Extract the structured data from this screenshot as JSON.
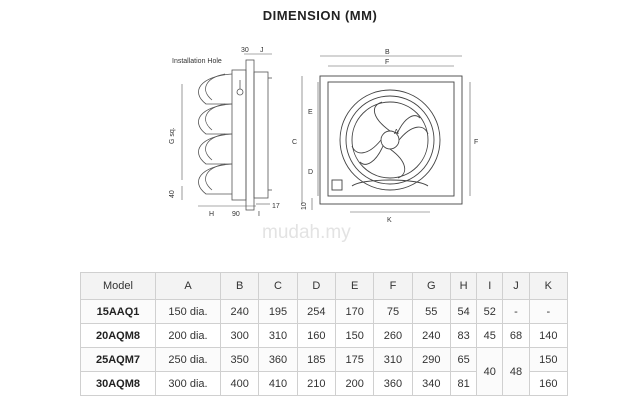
{
  "title": "DIMENSION (MM)",
  "watermark": "mudah.my",
  "side_view_labels": {
    "installation_hole": "Installation Hole",
    "dim_30": "30",
    "dim_j": "J",
    "dim_g": "G sq.",
    "dim_40": "40",
    "dim_h": "H",
    "dim_90": "90",
    "dim_i": "I",
    "dim_17": "17"
  },
  "front_view_labels": {
    "dim_b": "B",
    "dim_f_top": "F",
    "dim_e": "E",
    "dim_c": "C",
    "dim_d": "D",
    "dim_a": "A",
    "dim_f_right": "F",
    "dim_10": "10",
    "dim_k": "K"
  },
  "table": {
    "headers": [
      "Model",
      "A",
      "B",
      "C",
      "D",
      "E",
      "F",
      "G",
      "H",
      "I",
      "J",
      "K"
    ],
    "rows": [
      {
        "model": "15AAQ1",
        "a": "150 dia.",
        "b": "240",
        "c": "195",
        "d": "254",
        "e": "170",
        "f": "75",
        "g": "55",
        "h": "54",
        "i": "52",
        "j": "-",
        "k": "-"
      },
      {
        "model": "20AQM8",
        "a": "200 dia.",
        "b": "300",
        "c": "310",
        "d": "160",
        "e": "150",
        "f": "260",
        "g": "240",
        "h": "83",
        "i": "45",
        "j": "68",
        "k": "140"
      },
      {
        "model": "25AQM7",
        "a": "250 dia.",
        "b": "350",
        "c": "360",
        "d": "185",
        "e": "175",
        "f": "310",
        "g": "290",
        "h": "65",
        "i": "40",
        "j": "48",
        "k": "150"
      },
      {
        "model": "30AQM8",
        "a": "300 dia.",
        "b": "400",
        "c": "410",
        "d": "210",
        "e": "200",
        "f": "360",
        "g": "340",
        "h": "81",
        "k": "160"
      }
    ]
  }
}
